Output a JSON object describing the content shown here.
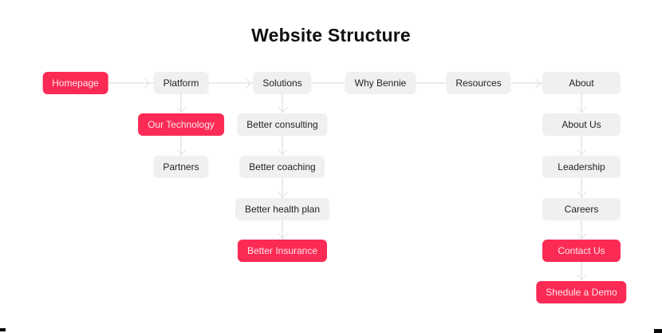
{
  "title": "Website Structure",
  "colors": {
    "highlight": "#fb2b55",
    "node_background": "#f0f0f1",
    "node_text": "#232323",
    "highlight_text": "#ffe2e8",
    "connector": "#ebebeb"
  },
  "columns": [
    {
      "id": "homepage",
      "items": [
        {
          "label": "Homepage",
          "highlight": true
        }
      ]
    },
    {
      "id": "platform",
      "items": [
        {
          "label": "Platform"
        },
        {
          "label": "Our Technology",
          "highlight": true
        },
        {
          "label": "Partners"
        }
      ]
    },
    {
      "id": "solutions",
      "items": [
        {
          "label": "Solutions"
        },
        {
          "label": "Better consulting"
        },
        {
          "label": "Better coaching"
        },
        {
          "label": "Better health plan"
        },
        {
          "label": "Better Insurance",
          "highlight": true
        }
      ]
    },
    {
      "id": "why-bennie",
      "items": [
        {
          "label": "Why Bennie"
        }
      ]
    },
    {
      "id": "resources",
      "items": [
        {
          "label": "Resources"
        }
      ]
    },
    {
      "id": "about",
      "items": [
        {
          "label": "About"
        },
        {
          "label": "About Us"
        },
        {
          "label": "Leadership"
        },
        {
          "label": "Careers"
        },
        {
          "label": "Contact Us",
          "highlight": true
        },
        {
          "label": "Shedule a Demo",
          "highlight": true
        }
      ]
    }
  ]
}
